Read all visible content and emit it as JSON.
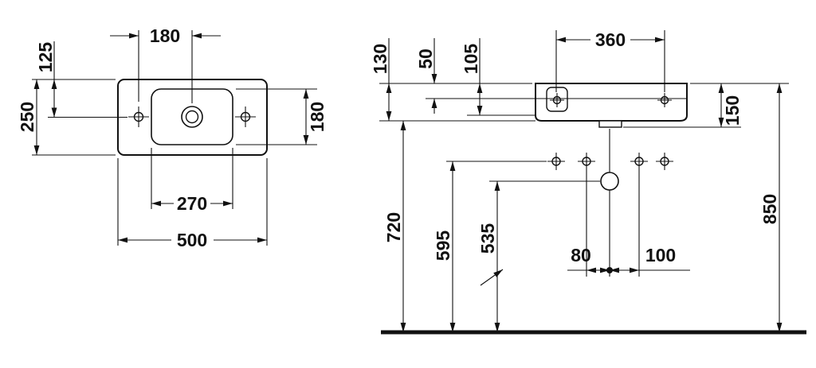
{
  "title": "Washbasin technical dimension drawing",
  "colors": {
    "line": "#111111",
    "background": "#ffffff"
  },
  "plan_view": {
    "dim_180_top": "180",
    "dim_125_left": "125",
    "dim_250_left": "250",
    "dim_180_right": "180",
    "dim_270_bottom": "270",
    "dim_500_bottom": "500"
  },
  "elevation_view": {
    "dim_130": "130",
    "dim_50": "50",
    "dim_105": "105",
    "dim_360": "360",
    "dim_150": "150",
    "dim_720": "720",
    "dim_595": "595",
    "dim_535": "535",
    "dim_80": "80",
    "dim_100": "100",
    "dim_850": "850"
  }
}
